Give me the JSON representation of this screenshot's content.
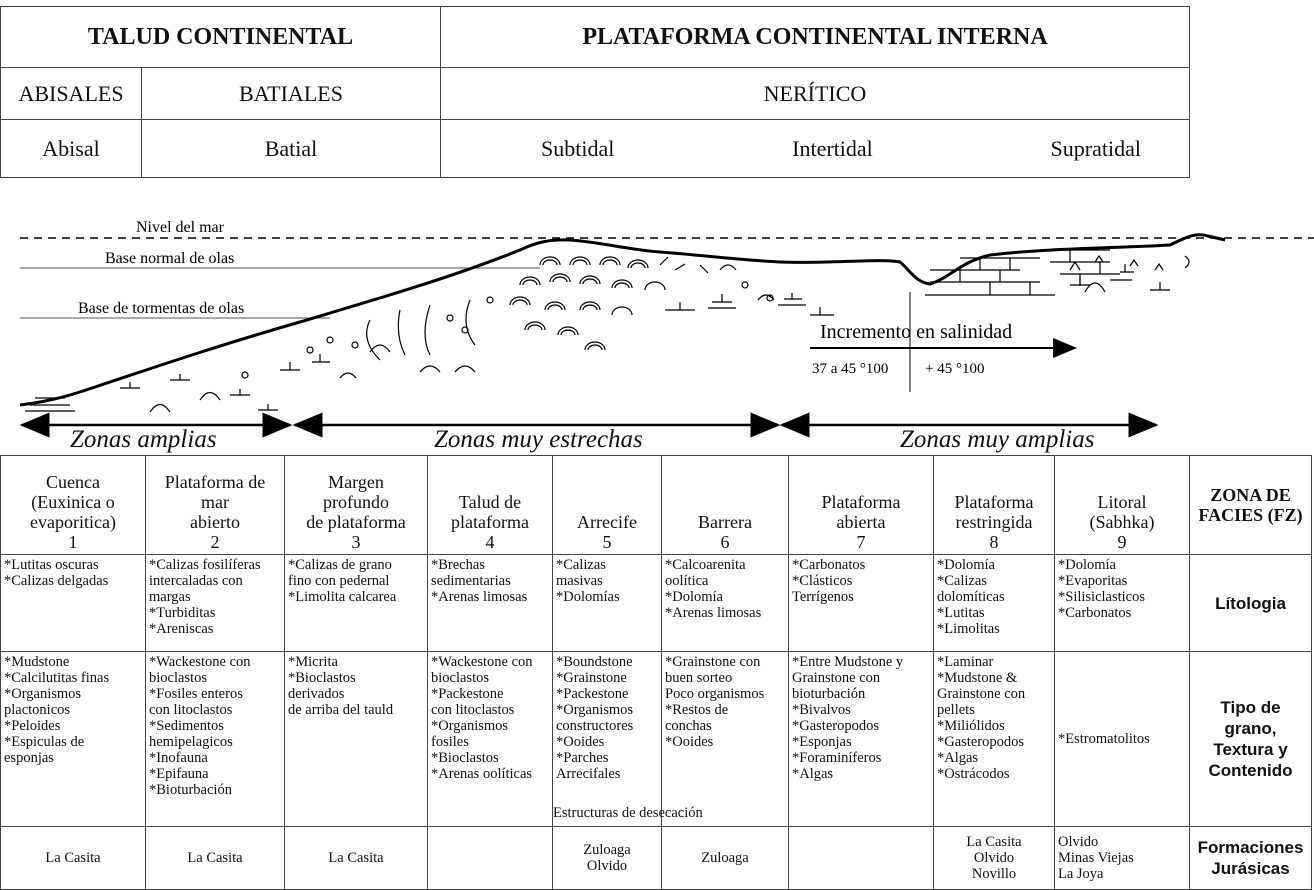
{
  "top_table": {
    "talud": "TALUD CONTINENTAL",
    "plataforma": "PLATAFORMA CONTINENTAL INTERNA",
    "abisales": "ABISALES",
    "batiales": "BATIALES",
    "neritico": "NERÍTICO",
    "abisal": "Abisal",
    "batial": "Batial",
    "subtidal": "Subtidal",
    "intertidal": "Intertidal",
    "supratidal": "Supratidal"
  },
  "profile": {
    "nivel_mar": "Nivel del mar",
    "base_olas": "Base normal de olas",
    "base_tormentas": "Base de tormentas de olas",
    "incremento": "Incremento en salinidad",
    "sal_1": "37 a 45 °100",
    "sal_2": "+ 45 °100"
  },
  "zones": {
    "amplias": "Zonas amplias",
    "estrechas": "Zonas muy estrechas",
    "muy_amplias": "Zonas muy amplias"
  },
  "facies": [
    {
      "l1": "Cuenca",
      "l2": "(Euxinica o",
      "l3": "evaporitica)",
      "n": "1"
    },
    {
      "l1": "Plataforma de",
      "l2": "mar",
      "l3": "abierto",
      "n": "2"
    },
    {
      "l1": "Margen",
      "l2": "profundo",
      "l3": "de plataforma",
      "n": "3"
    },
    {
      "l1": "Talud de",
      "l2": "plataforma",
      "l3": "",
      "n": "4"
    },
    {
      "l1": "Arrecife",
      "l2": "",
      "l3": "",
      "n": "5"
    },
    {
      "l1": "Barrera",
      "l2": "",
      "l3": "",
      "n": "6"
    },
    {
      "l1": "Plataforma",
      "l2": "abierta",
      "l3": "",
      "n": "7"
    },
    {
      "l1": "Plataforma",
      "l2": "restringida",
      "l3": "",
      "n": "8"
    },
    {
      "l1": "Litoral",
      "l2": "(Sabhka)",
      "l3": "",
      "n": "9"
    }
  ],
  "rows": {
    "zona_label": "ZONA DE FACIES (FZ)",
    "lito_label": "Lítologia",
    "tipo_label": "Tipo de grano, Textura y Contenido",
    "form_label": "Formaciones Jurásicas"
  },
  "litologia": [
    "*Lutitas oscuras\n*Calizas delgadas",
    "*Calizas fosilíferas\nintercaladas con\nmargas\n*Turbiditas\n*Areniscas",
    "*Calizas de grano\nfino con pedernal\n*Limolita calcarea",
    "*Brechas\nsedimentarias\n*Arenas limosas",
    "*Calizas\nmasivas\n*Dolomías",
    "*Calcoarenita\noolítica\n*Dolomía\n*Arenas limosas",
    "*Carbonatos\n*Clásticos\nTerrígenos",
    "*Dolomía\n*Calizas\ndolomíticas\n*Lutitas\n*Limolitas",
    "*Dolomía\n*Evaporitas\n*Silisiclasticos\n*Carbonatos"
  ],
  "textura": [
    "*Mudstone\n*Calcilutitas finas\n*Organismos\nplactonicos\n*Peloides\n*Espiculas de\nesponjas",
    "*Wackestone con\nbioclastos\n*Fosiles enteros\ncon litoclastos\n*Sedimentos\nhemipelagicos\n*Inofauna\n*Epifauna\n*Bioturbación",
    "*Micrita\n*Bioclastos\nderivados\nde arriba del tauld",
    "*Wackestone con\nbioclastos\n*Packestone\ncon litoclastos\n*Organismos\nfosiles\n*Bioclastos\n*Arenas oolíticas",
    "*Boundstone\n*Grainstone\n*Packestone\n*Organismos\nconstructores\n*Ooides\n*Parches\nArrecifales",
    "*Grainstone con\nbuen sorteo\nPoco organismos\n*Restos de\nconchas\n*Ooides",
    "*Entre Mudstone y\nGrainstone con\nbioturbación\n*Bivalvos\n*Gasteropodos\n*Esponjas\n*Foraminíferos\n*Algas",
    "*Laminar\n*Mudstone &\nGrainstone con\npellets\n*Miliólidos\n*Gasteropodos\n*Algas\n*Ostrácodos",
    "*Estromatolitos"
  ],
  "desecacion": "Estructuras de desecación",
  "formaciones": [
    "La Casita",
    "La Casita",
    "La Casita",
    "",
    "Zuloaga\nOlvido",
    "Zuloaga",
    "",
    "La Casita\nOlvido\nNovillo",
    "Olvido\nMinas Viejas\nLa Joya"
  ]
}
